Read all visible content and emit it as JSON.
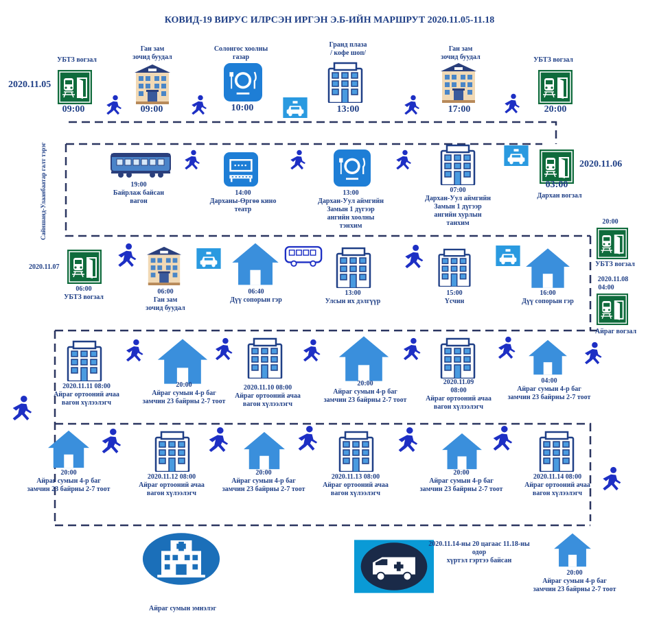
{
  "title": "КОВИД-19 ВИРУС ИЛРСЭН ИРГЭН Э.Б-ИЙН МАРШРУТ 2020.11.05-11.18",
  "dates": {
    "d1105": "2020.11.05",
    "d1106": "2020.11.06",
    "d1107": "2020.11.07",
    "d1108": "2020.11.08",
    "d1111": "2020.11.11",
    "d1110": "2020.11.10",
    "d1109": "2020.11.09",
    "d1112": "2020.11.12",
    "d1113": "2020.11.13",
    "d1114": "2020.11.14",
    "iso_note_l1": "2020.11.14-ны 20 цагаас 11.18-ны одор",
    "iso_note_l2": "хүртэл гэртээ байсан"
  },
  "side_label": "Сайншанд-Улаанбаатар галт тэрэг",
  "row1": {
    "s1": {
      "label": "УБТЗ вогзал",
      "time": "09:00"
    },
    "s2": {
      "label_l1": "Ган зам",
      "label_l2": "зочид буудал",
      "time": "09:00"
    },
    "s3": {
      "label_l1": "Солонгос хоолны",
      "label_l2": "газар",
      "time": "10:00"
    },
    "s4": {
      "label_l1": "Гранд плаза",
      "label_l2": "/ кофе шоп/",
      "time": "13:00"
    },
    "s5": {
      "label_l1": "Ган зам",
      "label_l2": "зочид буудал",
      "time": "17:00"
    },
    "s6": {
      "label": "УБТЗ вогзал",
      "time": "20:00"
    }
  },
  "row2": {
    "s1": {
      "time": "19:00",
      "label_l1": "Байрлаж байсан",
      "label_l2": "вагон"
    },
    "s2": {
      "time": "14:00",
      "label_l1": "Дарханы-Өргөө кино",
      "label_l2": "театр"
    },
    "s3": {
      "time": "13:00",
      "label_l1": "Дархан-Уул аймгийн",
      "label_l2": "Замын 1 дүгээр",
      "label_l3": "ангийн хоолны",
      "label_l4": "тэнхим"
    },
    "s4": {
      "time": "07:00",
      "label_l1": "Дархан-Уул аймгийн",
      "label_l2": "Замын 1 дүгээр",
      "label_l3": "ангийн хурлын",
      "label_l4": "танхим"
    },
    "s5": {
      "time": "03:00",
      "label": "Дархан вогзал"
    }
  },
  "row3": {
    "s1": {
      "time": "06:00",
      "label": "УБТЗ вогзал"
    },
    "s2": {
      "time": "06:00",
      "label_l1": "Ган зам",
      "label_l2": "зочид буудал"
    },
    "s3": {
      "time": "06:40",
      "label": "Дүү сопорын гэр"
    },
    "s4": {
      "time": "13:00",
      "label": "Улсын их дэлгүүр"
    },
    "s5": {
      "time": "15:00",
      "label": "Үсчин"
    },
    "s6": {
      "time": "16:00",
      "label": "Дүү сопорын гэр"
    },
    "s7": {
      "time": "20:00",
      "label": "УБТЗ вогзал"
    },
    "s8": {
      "time": "04:00",
      "label": "Айраг вогзал"
    }
  },
  "row4": {
    "w1": {
      "time": "08:00",
      "label_l1": "Айраг ортооний ачаа",
      "label_l2": "вагон хүлээлэгч"
    },
    "h1": {
      "time": "20:00",
      "label_l1": "Айраг сумын  4-р баг",
      "label_l2": "замчин 23 байрны  2-7 тоот"
    },
    "w2": {
      "time": "08:00",
      "label_l1": "Айраг ортооний ачаа",
      "label_l2": "вагон хүлээлэгч"
    },
    "h2": {
      "time": "20:00",
      "label_l1": "Айраг сумын  4-р баг",
      "label_l2": "замчин 23 байрны  2-7 тоот"
    },
    "w3": {
      "time": "08:00",
      "label_l1": "Айраг ортооний ачаа",
      "label_l2": "вагон хүлээлэгч"
    },
    "h3": {
      "time": "04:00",
      "label_l1": "Айраг сумын  4-р баг",
      "label_l2": "замчин 23 байрны  2-7 тоот"
    }
  },
  "row5": {
    "h1": {
      "time": "20:00",
      "label_l1": "Айраг сумын  4-р баг",
      "label_l2": "замчин 23 байрны  2-7 тоот"
    },
    "w1": {
      "time": "08:00",
      "label_l1": "Айраг ортооний ачаа",
      "label_l2": "вагон хүлээлэгч"
    },
    "h2": {
      "time": "20:00",
      "label_l1": "Айраг сумын  4-р баг",
      "label_l2": "замчин 23 байрны  2-7 тоот"
    },
    "w2": {
      "time": "08:00",
      "label_l1": "Айраг ортооний ачаа",
      "label_l2": "вагон хүлээлэгч"
    },
    "h3": {
      "time": "20:00",
      "label_l1": "Айраг сумын  4-р баг",
      "label_l2": "замчин 23 байрны  2-7 тоот"
    },
    "w3": {
      "time": "08:00",
      "label_l1": "Айраг ортооний ачаа",
      "label_l2": "вагон хүлээлэгч"
    }
  },
  "row6": {
    "hospital": {
      "label": "Айраг сумын эмнэлэг"
    },
    "home": {
      "time": "20:00",
      "label_l1": "Айраг сумын  4-р баг",
      "label_l2": "замчин 23 байрны  2-7 тоот"
    }
  },
  "colors": {
    "navy": "#1f3f86",
    "blue": "#2f8ad8",
    "walker": "#1d2fc4",
    "green": "#0f6b3c",
    "hospital": "#1b6fb9",
    "ambulance_bg": "#0a9ad6"
  }
}
